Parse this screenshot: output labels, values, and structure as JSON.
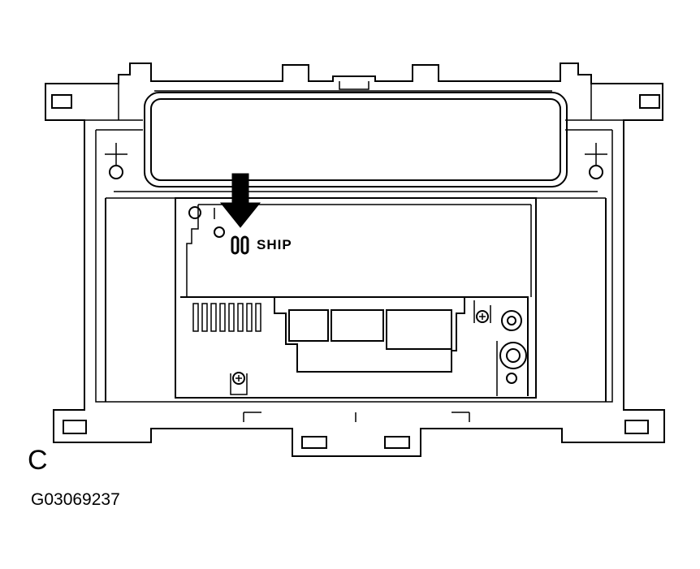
{
  "diagram": {
    "view_letter": "C",
    "figure_id": "G03069237",
    "labels": {
      "ship": "SHIP"
    }
  }
}
